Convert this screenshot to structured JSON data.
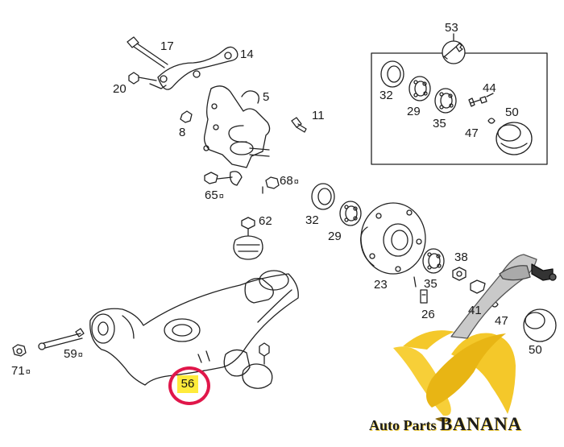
{
  "callouts": [
    {
      "id": "17",
      "text": "17",
      "mark": ""
    },
    {
      "id": "14",
      "text": "14",
      "mark": ""
    },
    {
      "id": "20",
      "text": "20",
      "mark": ""
    },
    {
      "id": "5",
      "text": "5",
      "mark": ""
    },
    {
      "id": "11",
      "text": "11",
      "mark": ""
    },
    {
      "id": "8",
      "text": "8",
      "mark": ""
    },
    {
      "id": "68",
      "text": "68",
      "mark": "¤"
    },
    {
      "id": "65",
      "text": "65",
      "mark": "¤"
    },
    {
      "id": "62",
      "text": "62",
      "mark": ""
    },
    {
      "id": "53",
      "text": "53",
      "mark": ""
    },
    {
      "id": "32a",
      "text": "32",
      "mark": ""
    },
    {
      "id": "29a",
      "text": "29",
      "mark": ""
    },
    {
      "id": "35a",
      "text": "35",
      "mark": ""
    },
    {
      "id": "44",
      "text": "44",
      "mark": ""
    },
    {
      "id": "47a",
      "text": "47",
      "mark": ""
    },
    {
      "id": "50a",
      "text": "50",
      "mark": ""
    },
    {
      "id": "32b",
      "text": "32",
      "mark": ""
    },
    {
      "id": "29b",
      "text": "29",
      "mark": ""
    },
    {
      "id": "23",
      "text": "23",
      "mark": ""
    },
    {
      "id": "35b",
      "text": "35",
      "mark": ""
    },
    {
      "id": "38",
      "text": "38",
      "mark": ""
    },
    {
      "id": "26",
      "text": "26",
      "mark": ""
    },
    {
      "id": "41",
      "text": "41",
      "mark": ""
    },
    {
      "id": "47b",
      "text": "47",
      "mark": ""
    },
    {
      "id": "50b",
      "text": "50",
      "mark": ""
    },
    {
      "id": "59",
      "text": "59",
      "mark": "¤"
    },
    {
      "id": "71",
      "text": "71",
      "mark": "¤"
    }
  ],
  "highlight": {
    "text": "56",
    "ring_color": "#e0174a",
    "fill_color": "#ffeb3b"
  },
  "brand": {
    "part1": "Auto Parts ",
    "part2": "BANANA",
    "banana_color": "#f4c82a"
  }
}
